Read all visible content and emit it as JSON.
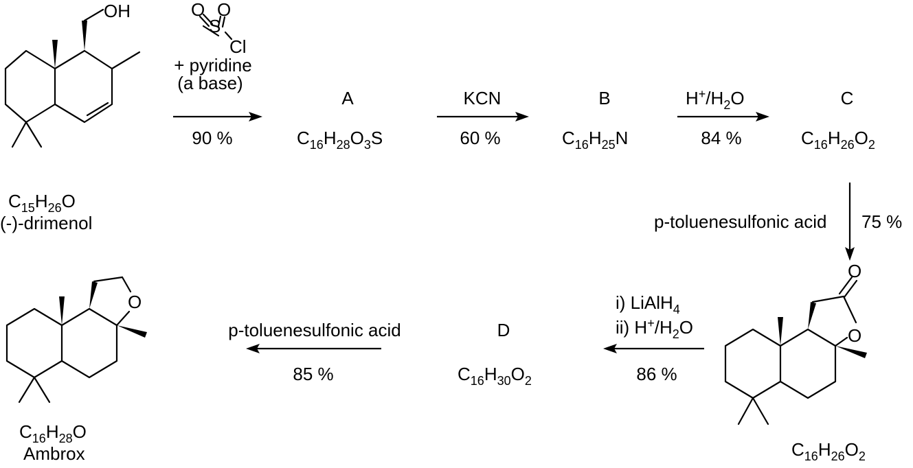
{
  "atoms": {
    "oh": "OH",
    "o": "O",
    "s": "S",
    "cl": "Cl"
  },
  "drimenol": {
    "formula": {
      "c": "C",
      "c_n": "15",
      "h": "H",
      "h_n": "26",
      "o": "O"
    },
    "name": "(-)-drimenol"
  },
  "step1": {
    "reagent_line1": "+ pyridine",
    "reagent_line2": "(a base)",
    "yield": "90 %"
  },
  "A": {
    "label": "A",
    "formula": {
      "c": "C",
      "c_n": "16",
      "h": "H",
      "h_n": "28",
      "o": "O",
      "o_n": "3",
      "tail": "S"
    }
  },
  "step2": {
    "reagent": "KCN",
    "yield": "60 %"
  },
  "B": {
    "label": "B",
    "formula": {
      "c": "C",
      "c_n": "16",
      "h": "H",
      "h_n": "25",
      "tail": "N"
    }
  },
  "step3": {
    "reagent": {
      "h": "H",
      "plus": "+",
      "slash": "/",
      "h2": "H",
      "h2_n": "2",
      "o": "O"
    },
    "yield": "84 %"
  },
  "C": {
    "label": "C",
    "formula": {
      "c": "C",
      "c_n": "16",
      "h": "H",
      "h_n": "26",
      "o": "O",
      "o_n": "2"
    }
  },
  "step4": {
    "reagent": "p-toluenesulfonic acid",
    "yield": "75 %"
  },
  "lactone": {
    "formula": {
      "c": "C",
      "c_n": "16",
      "h": "H",
      "h_n": "26",
      "o": "O",
      "o_n": "2"
    }
  },
  "step5": {
    "reagent_line1": {
      "text": "i) LiAlH",
      "n": "4"
    },
    "reagent_line2": {
      "pre": "ii) H",
      "plus": "+",
      "slash": "/",
      "h2": "H",
      "h2_n": "2",
      "o": "O"
    },
    "yield": "86 %"
  },
  "D": {
    "label": "D",
    "formula": {
      "c": "C",
      "c_n": "16",
      "h": "H",
      "h_n": "30",
      "o": "O",
      "o_n": "2"
    }
  },
  "step6": {
    "reagent": "p-toluenesulfonic acid",
    "yield": "85 %"
  },
  "ambrox": {
    "formula": {
      "c": "C",
      "c_n": "16",
      "h": "H",
      "h_n": "28",
      "o": "O"
    },
    "name": "Ambrox"
  }
}
